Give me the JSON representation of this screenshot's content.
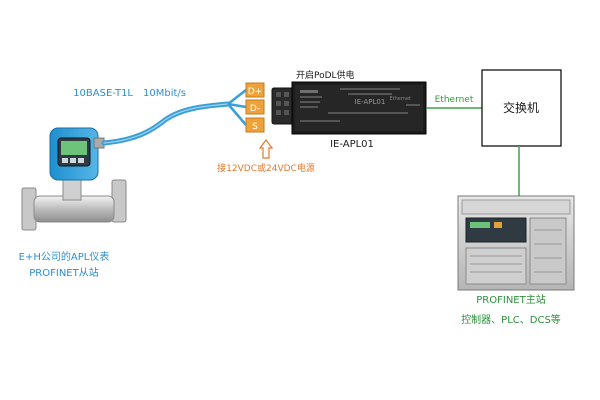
{
  "diagram": {
    "cable_label": "10BASE-T1L",
    "speed_label": "10Mbit/s",
    "terminals": [
      "D+",
      "D-",
      "S"
    ],
    "podl_label": "开启PoDL供电",
    "converter_name": "IE-APL01",
    "converter_screen_title": "IE-APL01",
    "converter_ethernet_label": "Ethernet",
    "power_label": "接12VDC或24VDC电源",
    "ethernet_label": "Ethernet",
    "switch_label": "交换机",
    "device_label_1": "E+H公司的APL仪表",
    "device_label_2": "PROFINET从站",
    "master_label_1": "PROFINET主站",
    "master_label_2": "控制器、PLC、DCS等"
  },
  "colors": {
    "cable": "#3a9fd6",
    "cable_label": "#2b8fce",
    "terminal": "#f0a23a",
    "power_text": "#e8782b",
    "ethernet_line": "#3fa34d",
    "ethernet_text": "#2f9a3a",
    "label_blue": "#2b8fce",
    "master_text": "#2b8f3a"
  },
  "icons": {
    "flowmeter": "flowmeter-icon",
    "converter": "converter-box-icon",
    "plc": "plc-icon",
    "switch": "switch-box-icon"
  }
}
